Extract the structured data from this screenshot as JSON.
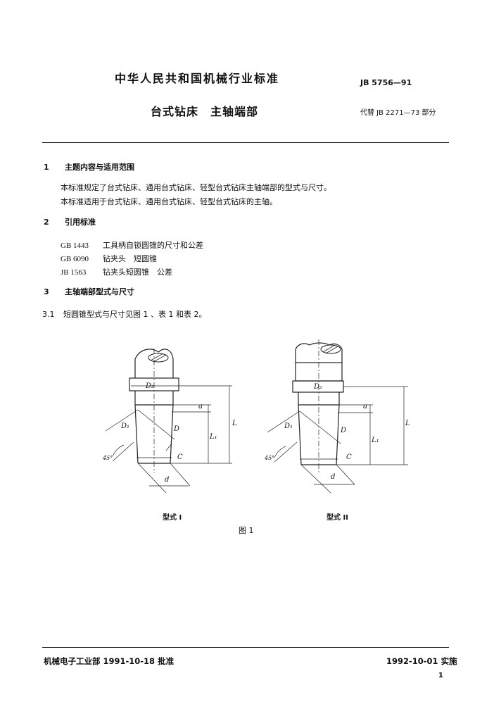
{
  "header": {
    "org_title": "中华人民共和国机械行业标准",
    "std_code": "JB 5756—91",
    "doc_title": "台式钻床　主轴端部",
    "replaces": "代替 JB 2271—73 部分"
  },
  "sections": [
    {
      "num": "1",
      "title": "主题内容与适用范围",
      "paragraphs": [
        "本标准规定了台式钻床、通用台式钻床、轻型台式钻床主轴端部的型式与尺寸。",
        "本标准适用于台式钻床、通用台式钻床、轻型台式钻床的主轴。"
      ]
    },
    {
      "num": "2",
      "title": "引用标准",
      "refs": [
        {
          "code": "GB 1443",
          "title": "工具柄自锁圆锥的尺寸和公差"
        },
        {
          "code": "GB 6090",
          "title": "钻夹头　短圆锥"
        },
        {
          "code": "JB 1563",
          "title": "钻夹头短圆锥　公差"
        }
      ]
    },
    {
      "num": "3",
      "title": "主轴端部型式与尺寸",
      "subsections": [
        {
          "num": "3.1",
          "text": "短圆锥型式与尺寸见图 1 、表 1 和表 2。"
        }
      ]
    }
  ],
  "figure": {
    "label": "图 1",
    "captions": [
      "型式 I",
      "型式 II"
    ],
    "dims": {
      "D2": "D₂",
      "D1": "D₁",
      "D": "D",
      "L1": "L₁",
      "L": "L",
      "a": "a",
      "C": "C",
      "d": "d",
      "angle": "45°"
    }
  },
  "footer": {
    "approval": "机械电子工业部 1991-10-18 批准",
    "effective": "1992-10-01 实施",
    "page": "1"
  }
}
